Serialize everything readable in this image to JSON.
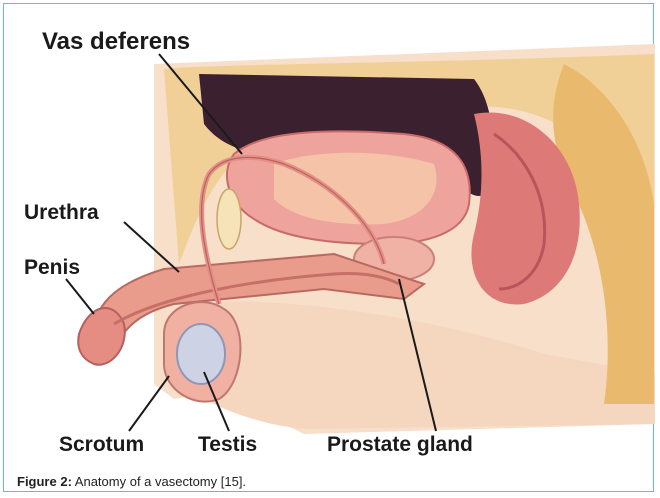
{
  "labels": {
    "vas_deferens": "Vas deferens",
    "urethra": "Urethra",
    "penis": "Penis",
    "scrotum": "Scrotum",
    "testis": "Testis",
    "prostate_gland": "Prostate gland"
  },
  "caption": {
    "prefix": "Figure 2:",
    "text": " Anatomy of a vasectomy [15]."
  },
  "colors": {
    "frame_border": "#5fc3b5",
    "bladder_dark": "#3a1f2e",
    "tissue_pink": "#e8a09a",
    "fat_yellow": "#f2d49a",
    "skin": "#f6dcc6"
  }
}
